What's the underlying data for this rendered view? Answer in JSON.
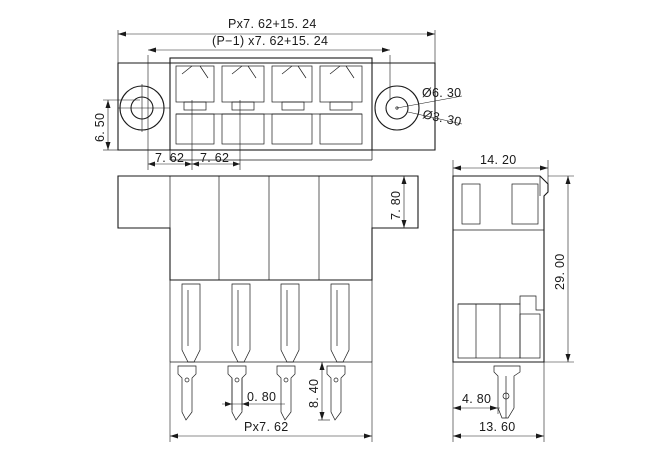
{
  "labels": {
    "total_width": "Px7. 62+15. 24",
    "inner_width": "(P−1) x7. 62+15. 24",
    "outer_dia": "Ø6. 30",
    "inner_dia": "Ø3. 30",
    "height_650": "6. 50",
    "pitch_left": "7. 62",
    "pitch_right": "7. 62",
    "top_height": "7. 80",
    "side_width": "14. 20",
    "side_height": "29. 00",
    "pin_width": "0. 80",
    "pin_length": "8. 40",
    "bottom_pitch": "Px7. 62",
    "side_pin_offset": "4. 80",
    "side_bottom_width": "13. 60"
  }
}
